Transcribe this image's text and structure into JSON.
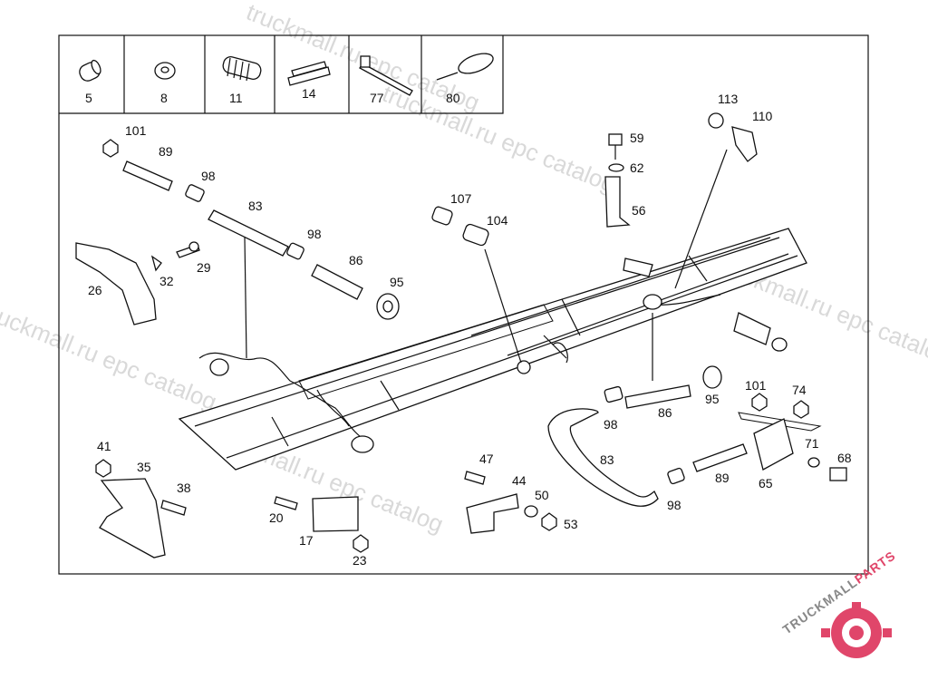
{
  "watermarks": [
    {
      "text": "truckmall.ru epc catalog"
    },
    {
      "text": "truckmall.ru epc catalog"
    },
    {
      "text": "truckmall.ru epc catalog"
    },
    {
      "text": "truckmall.ru epc catalog"
    },
    {
      "text": "truckmall.ru epc catalog"
    }
  ],
  "legend_parts": [
    "5",
    "8",
    "11",
    "14",
    "77",
    "80"
  ],
  "callouts": {
    "p101a": "101",
    "p89a": "89",
    "p98a": "98",
    "p83a": "83",
    "p98b": "98",
    "p86a": "86",
    "p95a": "95",
    "p26": "26",
    "p32": "32",
    "p29": "29",
    "p107": "107",
    "p104": "104",
    "p59": "59",
    "p62": "62",
    "p56": "56",
    "p113": "113",
    "p110": "110",
    "p98c": "98",
    "p86b": "86",
    "p95b": "95",
    "p83b": "83",
    "p98d": "98",
    "p89b": "89",
    "p101b": "101",
    "p74": "74",
    "p71": "71",
    "p68": "68",
    "p65": "65",
    "p41": "41",
    "p35": "35",
    "p38": "38",
    "p20": "20",
    "p17": "17",
    "p23": "23",
    "p47": "47",
    "p44": "44",
    "p50": "50",
    "p53": "53"
  },
  "logo": {
    "brand_main": "TRUCKMALL",
    "brand_accent": "PARTS",
    "accent_color": "#e0466a",
    "icon": "gear-logo-icon"
  }
}
